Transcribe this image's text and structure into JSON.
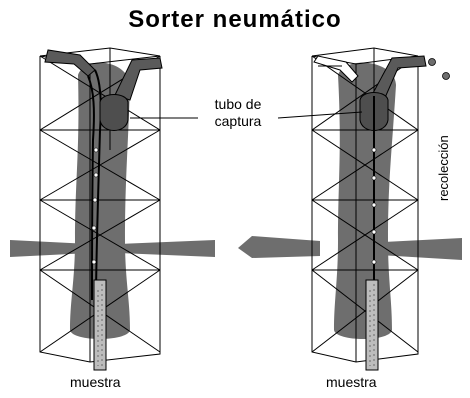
{
  "title": "Sorter neumático",
  "capture_tube_label": [
    "tubo de",
    "captura"
  ],
  "collection_label": "recolección",
  "sample_labels": [
    "muestra",
    "muestra"
  ],
  "colors": {
    "core_stream": "#6e6e6e",
    "tube": "#5a5a5a",
    "beam": "#6e6e6e",
    "outline": "#000000"
  },
  "icons": [
    "flow-cell",
    "laser-beam",
    "capture-tube",
    "sample-needle",
    "collected-droplet"
  ]
}
